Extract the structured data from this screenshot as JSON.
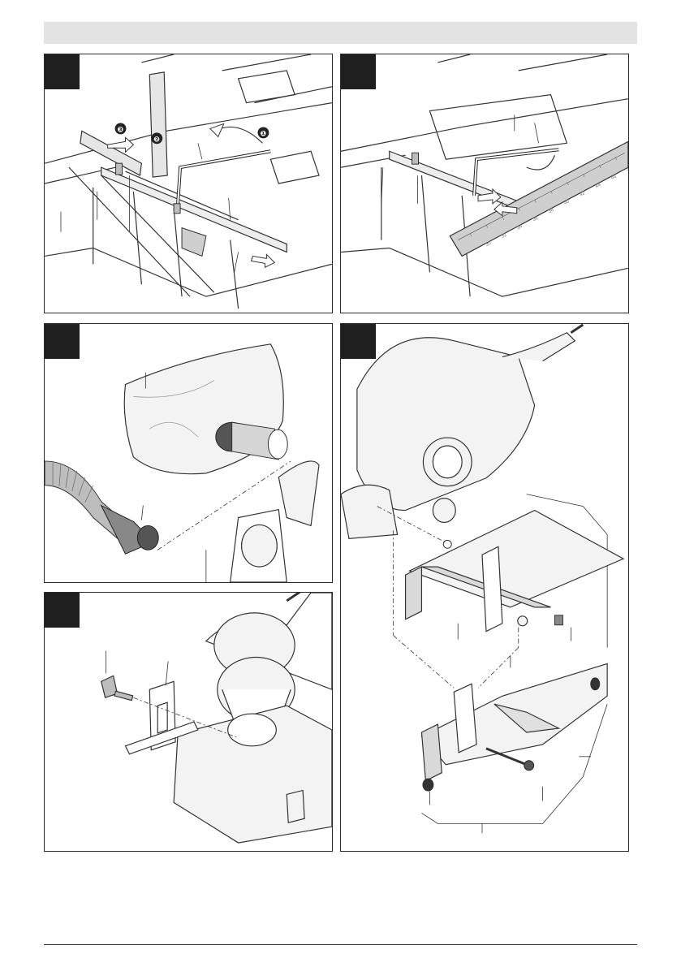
{
  "header": {
    "background": "#e3e3e3"
  },
  "panels": [
    {
      "id": "fig-1",
      "step_markers": [
        "❶",
        "❷",
        "❸"
      ]
    },
    {
      "id": "fig-2",
      "ruler_numbers": [
        "30",
        "32",
        "34",
        "36",
        "38",
        "40",
        "42",
        "44",
        "46",
        "48"
      ]
    },
    {
      "id": "fig-3"
    },
    {
      "id": "fig-4"
    },
    {
      "id": "fig-5"
    }
  ],
  "colors": {
    "frame": "#2b2b2b",
    "tab": "#1f1f1f",
    "ruler": "#c9c9c9",
    "shade": "#d9d9d9"
  }
}
